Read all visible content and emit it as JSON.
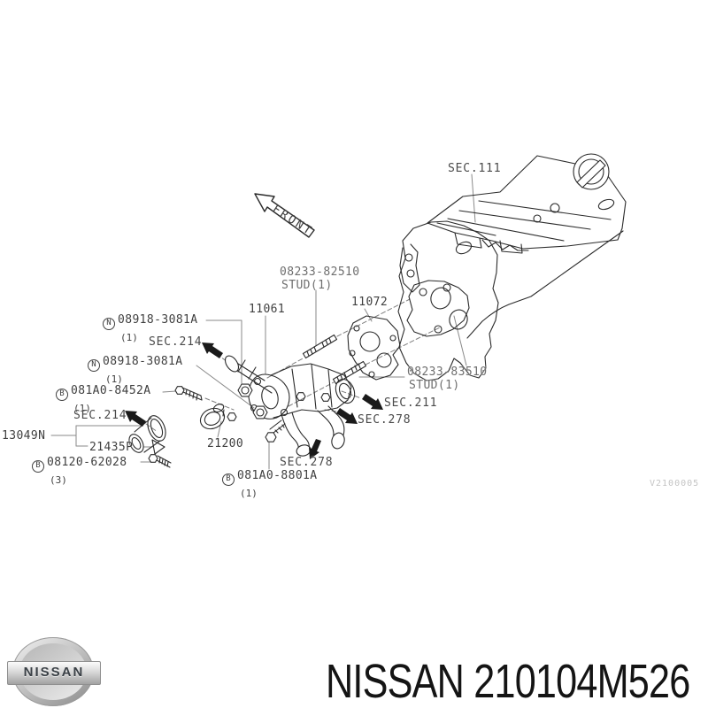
{
  "colors": {
    "line": "#2b2b2b",
    "leader": "#8a8a8a",
    "label_text": "#3f3f3f",
    "arrow_fill": "#1a1a1a",
    "watermark": "#c4c4c4",
    "footer_text": "#141414",
    "logo_silver": "#c9c9c9"
  },
  "diagram": {
    "front_label": "FRONT",
    "watermark": "V2100005"
  },
  "labels": {
    "sec111": {
      "text": "SEC.111"
    },
    "stud_82510": {
      "line1": "08233-82510",
      "line2": "STUD(1)"
    },
    "part_11061": {
      "text": "11061"
    },
    "part_11072": {
      "text": "11072"
    },
    "nut_3081a_1": {
      "prefix": "N",
      "text": "08918-3081A",
      "count": "(1)"
    },
    "sec214_1": {
      "text": "SEC.214"
    },
    "nut_3081a_2": {
      "prefix": "N",
      "text": "08918-3081A",
      "count": "(1)"
    },
    "bolt_8452a": {
      "prefix": "B",
      "text": "081A0-8452A",
      "count": "(1)"
    },
    "sec214_2": {
      "text": "SEC.214"
    },
    "part_13049n": {
      "text": "13049N"
    },
    "part_21435p": {
      "text": "21435P"
    },
    "part_21200": {
      "text": "21200"
    },
    "bolt_62028": {
      "prefix": "B",
      "text": "08120-62028",
      "count": "(3)"
    },
    "sec278_lower": {
      "text": "SEC.278"
    },
    "bolt_8801a": {
      "prefix": "B",
      "text": "081A0-8801A",
      "count": "(1)"
    },
    "stud_83510": {
      "line1": "08233-83510",
      "line2": "STUD(1)"
    },
    "sec211": {
      "text": "SEC.211"
    },
    "sec278_right": {
      "text": "SEC.278"
    }
  },
  "footer": {
    "logo_text": "NISSAN",
    "part_title": "NISSAN 210104M526"
  }
}
